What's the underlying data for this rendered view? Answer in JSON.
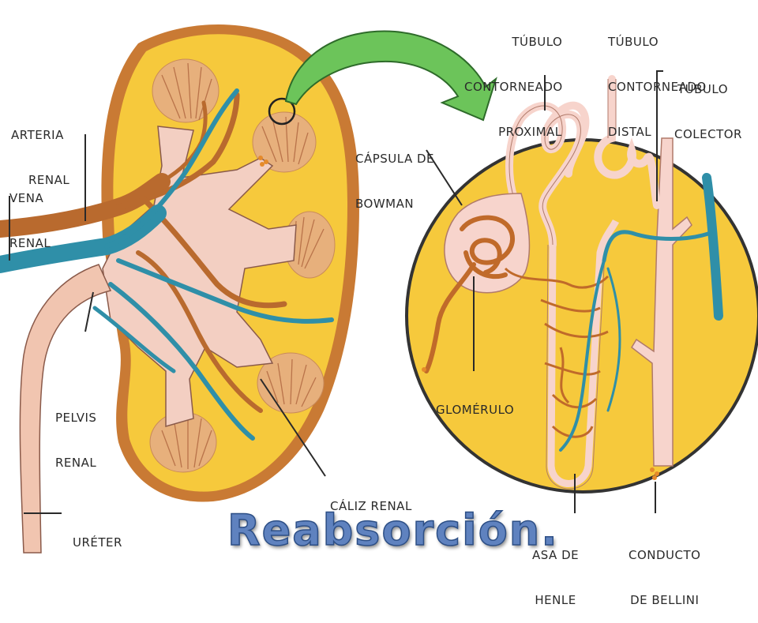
{
  "labels": {
    "arteria_renal": [
      "ARTERIA",
      "RENAL"
    ],
    "vena_renal": [
      "VENA",
      "RENAL"
    ],
    "pelvis_renal": [
      "PELVIS",
      "RENAL"
    ],
    "ureter": "URÉTER",
    "caliz_renal": "CÁLIZ RENAL",
    "capsula_bowman": [
      "CÁPSULA DE",
      "BOWMAN"
    ],
    "glomerulo": "GLOMÉRULO",
    "tubulo_proximal": [
      "TÚBULO",
      "CONTORNEADO",
      "PROXIMAL"
    ],
    "tubulo_distal": [
      "TÚBULO",
      "CONTORNEADO",
      "DISTAL"
    ],
    "tubulo_colector": [
      "TÚBULO",
      "COLECTOR"
    ],
    "asa_henle": [
      "ASA DE",
      "HENLE"
    ],
    "conducto_bellini": [
      "CONDUCTO",
      "DE BELLINI"
    ]
  },
  "title": "Reabsorción.",
  "colors": {
    "cortex": "#f6c93c",
    "capsule": "#c77a35",
    "artery": "#b96a2e",
    "vein": "#2f8fa8",
    "pelvis": "#f3cfc2",
    "arrow": "#6cc45a",
    "title": "#5f82bf"
  }
}
